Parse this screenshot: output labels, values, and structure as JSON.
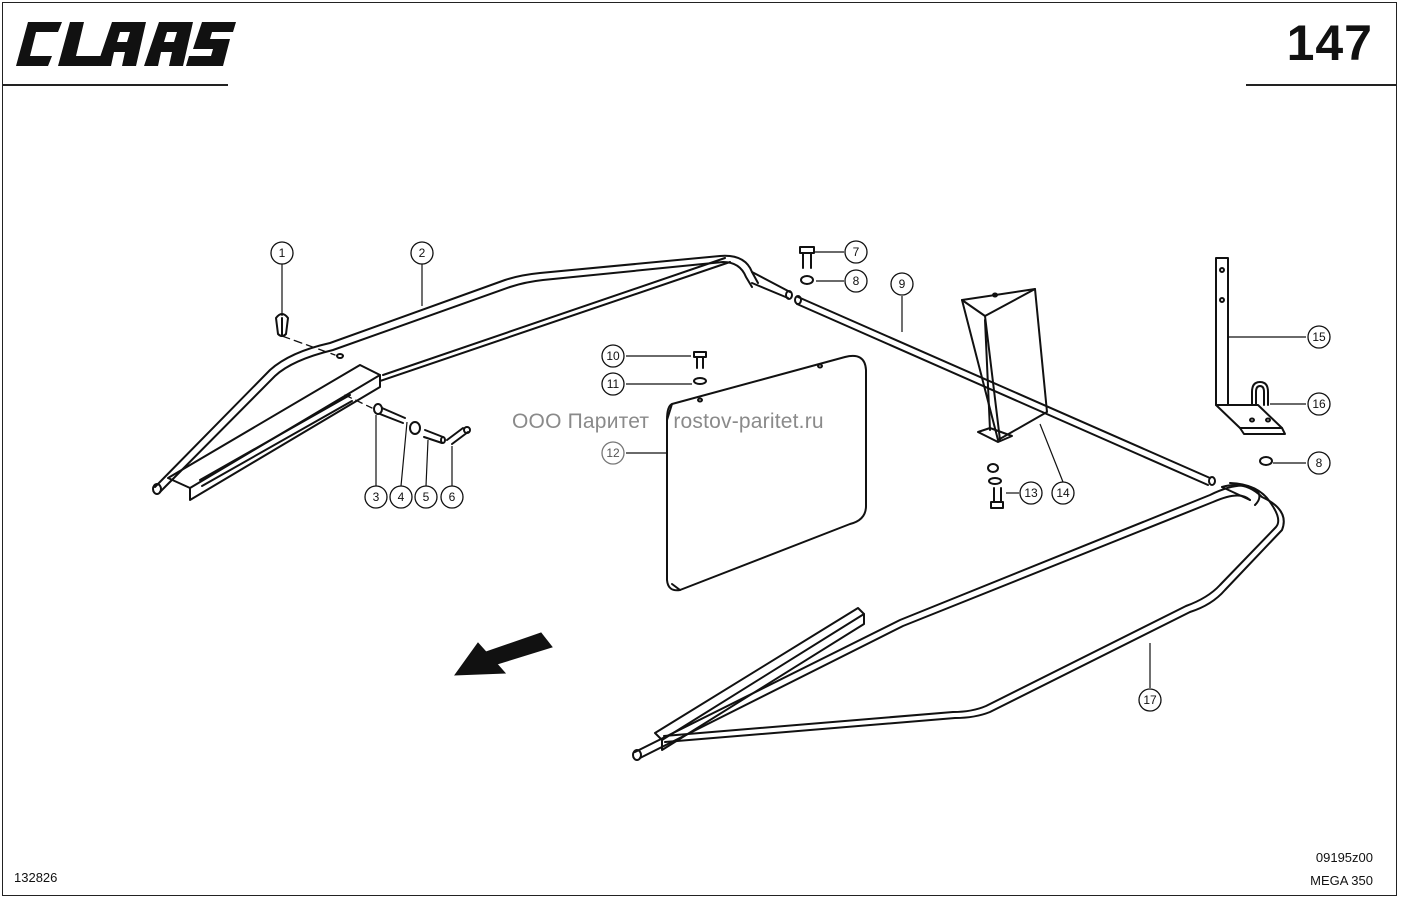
{
  "brand": {
    "logo_text": "CLAAS"
  },
  "header": {
    "page_number": "147"
  },
  "footer": {
    "drawing_number": "132826",
    "code": "09195z00",
    "model": "MEGA 350"
  },
  "watermark": {
    "text": "ООО Паритет    rostov-paritet.ru"
  },
  "callouts": {
    "c1": "1",
    "c2": "2",
    "c3": "3",
    "c4": "4",
    "c5": "5",
    "c6": "6",
    "c7": "7",
    "c8a": "8",
    "c8b": "8",
    "c9": "9",
    "c10": "10",
    "c11": "11",
    "c12": "12",
    "c13": "13",
    "c14": "14",
    "c15": "15",
    "c16": "16",
    "c17": "17"
  },
  "colors": {
    "line": "#111111",
    "watermark": "#8a8a8a",
    "background": "#ffffff"
  },
  "icons": {
    "direction": "direction-arrow-icon"
  }
}
